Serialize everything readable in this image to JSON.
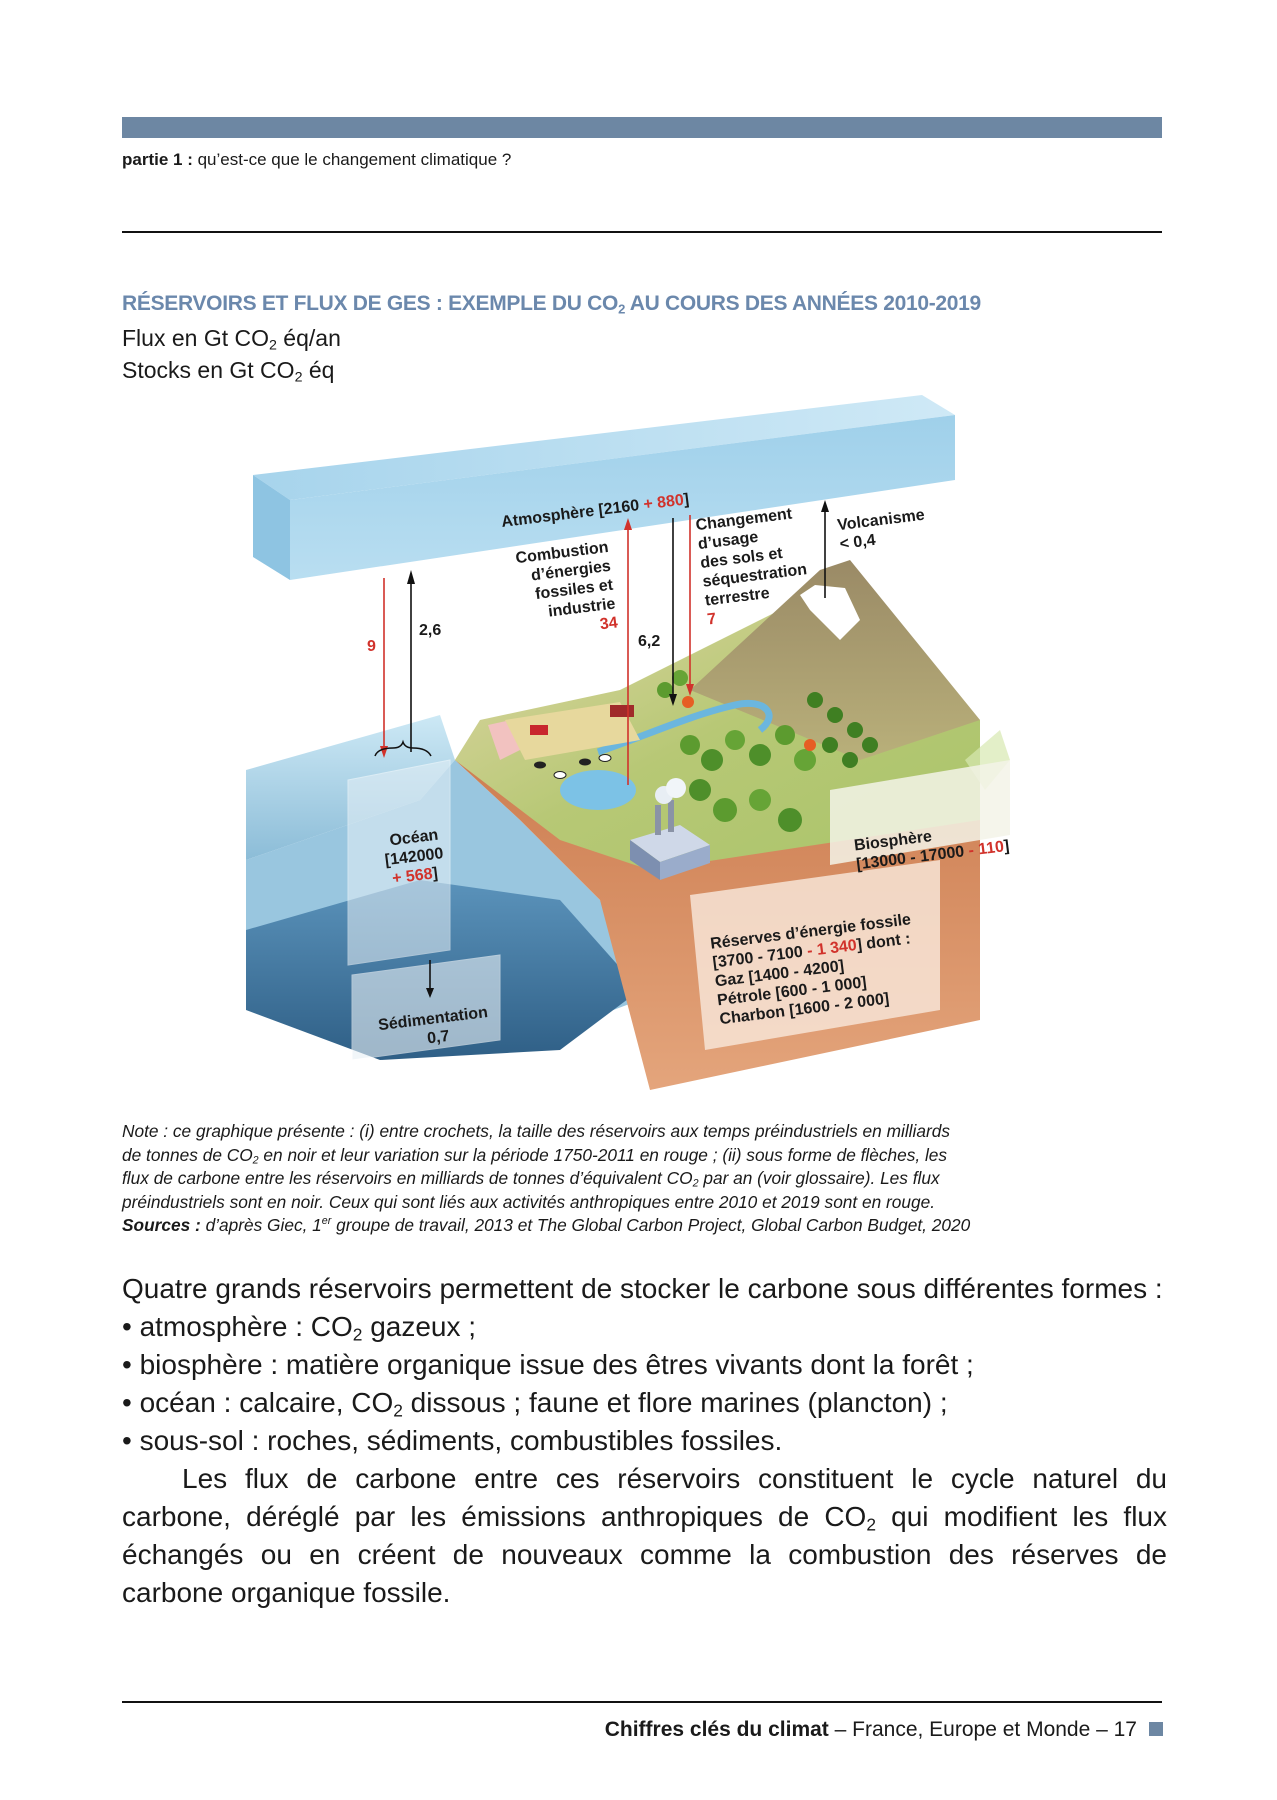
{
  "header": {
    "part_label": "partie 1 :",
    "part_title": "qu’est-ce que le changement climatique ?"
  },
  "figure": {
    "title_a": "RÉSERVOIRS ET FLUX DE GES : EXEMPLE DU CO",
    "title_sub": "2",
    "title_b": " AU COURS DES ANNÉES 2010-2019",
    "units_flux_a": "Flux en Gt CO",
    "units_flux_sub": "2",
    "units_flux_b": " éq/an",
    "units_stock_a": "Stocks en Gt CO",
    "units_stock_sub": "2",
    "units_stock_b": " éq",
    "atmosphere_label": "Atmosphère [2160 ",
    "atmosphere_change": "+ 880",
    "atmosphere_close": "]",
    "flux_ocean_down": "9",
    "flux_ocean_up": "2,6",
    "combustion_line1": "Combustion",
    "combustion_line2": "d’énergies",
    "combustion_line3": "fossiles et",
    "combustion_line4": "industrie",
    "combustion_value": "34",
    "flux_land_down": "6,2",
    "landuse_line1": "Changement",
    "landuse_line2": "d’usage",
    "landuse_line3": "des sols et",
    "landuse_line4": "séquestration",
    "landuse_line5": "terrestre",
    "landuse_value": "7",
    "volcanism_label": "Volcanisme",
    "volcanism_value": "< 0,4",
    "ocean_label": "Océan",
    "ocean_stock": "[142000",
    "ocean_change": "+ 568",
    "ocean_close": "]",
    "sedimentation_label": "Sédimentation",
    "sedimentation_value": "0,7",
    "biosphere_label": "Biosphère",
    "biosphere_stock": "[13000 - 17000 ",
    "biosphere_change": "- 110",
    "biosphere_close": "]",
    "fossil_title": "Réserves d’énergie fossile",
    "fossil_stock": "[3700 - 7100 ",
    "fossil_change": "- 1 340",
    "fossil_close": "] dont :",
    "fossil_gas": "Gaz [1400 - 4200]",
    "fossil_oil": "Pétrole [600 - 1 000]",
    "fossil_coal": "Charbon [1600 - 2 000]"
  },
  "note": {
    "line1": "Note : ce graphique présente : (i) entre crochets, la taille des réservoirs aux temps préindustriels en milliards",
    "line2_a": "de tonnes de CO",
    "line2_sub": "2",
    "line2_b": " en noir et leur variation sur la période 1750-2011 en rouge ; (ii) sous forme de flèches, les",
    "line3_a": "flux de carbone entre les réservoirs en milliards de tonnes d’équivalent CO",
    "line3_sub": "2",
    "line3_b": " par an (voir glossaire). Les flux",
    "line4": "préindustriels sont en noir. Ceux qui sont liés aux activités anthropiques entre 2010 et 2019 sont en rouge.",
    "sources_label": "Sources :",
    "sources_a": " d’après Giec, 1",
    "sources_sup": "er",
    "sources_b": " groupe de travail, 2013 et The Global Carbon Project, Global Carbon Budget, 2020"
  },
  "body": {
    "intro": "Quatre grands réservoirs permettent de stocker le carbone sous différentes formes :",
    "b1_a": "• atmosphère : CO",
    "b1_sub": "2",
    "b1_b": " gazeux ;",
    "b2": "• biosphère : matière organique issue des êtres vivants dont la forêt ;",
    "b3_a": "• océan : calcaire, CO",
    "b3_sub": "2",
    "b3_b": " dissous ; faune et flore marines (plancton) ;",
    "b4": "• sous-sol : roches, sédiments, combustibles fossiles.",
    "p_a": "Les flux de carbone entre ces réservoirs constituent le cycle naturel du carbone, déréglé par les émissions anthropiques de CO",
    "p_sub": "2",
    "p_b": " qui modifient les flux échangés ou en créent de nouveaux comme la combustion des réserves de carbone organique fossile."
  },
  "footer": {
    "title": "Chiffres clés du climat",
    "subtitle": " – France, Europe et Monde – 17"
  },
  "colors": {
    "accent_blue": "#6d87a3",
    "title_blue": "#6b88ac",
    "anthropogenic_red": "#d1322b"
  }
}
